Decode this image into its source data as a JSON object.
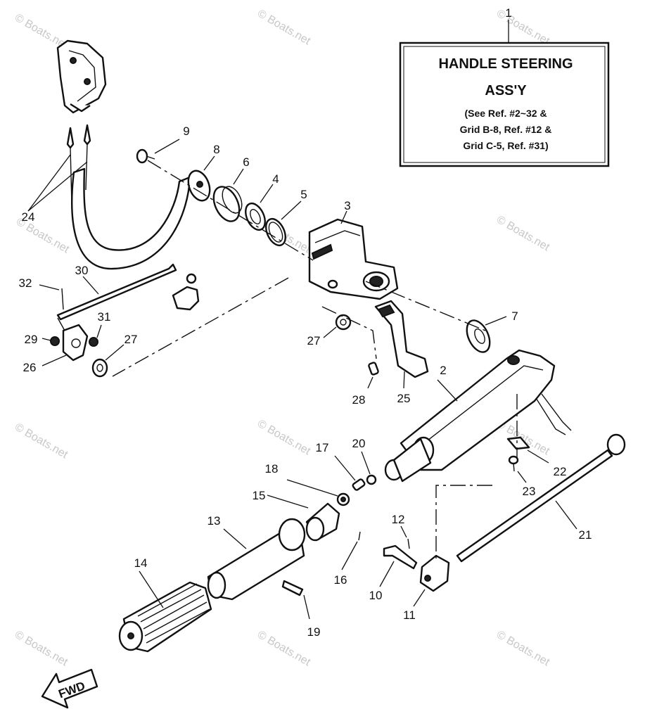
{
  "title_box": {
    "ref": "1",
    "line1": "HANDLE STEERING",
    "line2": "ASS'Y",
    "note1": "(See Ref. #2~32 &",
    "note2": "Grid B-8, Ref. #12 &",
    "note3": "Grid C-5, Ref. #31)"
  },
  "watermark": "© Boats.net",
  "fwd_label": "FWD",
  "callouts": {
    "c2": "2",
    "c3": "3",
    "c4": "4",
    "c5": "5",
    "c6": "6",
    "c7": "7",
    "c8": "8",
    "c9": "9",
    "c10": "10",
    "c11": "11",
    "c12": "12",
    "c13": "13",
    "c14": "14",
    "c15": "15",
    "c16": "16",
    "c17": "17",
    "c18": "18",
    "c19": "19",
    "c20": "20",
    "c21": "21",
    "c22": "22",
    "c23": "23",
    "c24": "24",
    "c25": "25",
    "c26": "26",
    "c27a": "27",
    "c27b": "27",
    "c28": "28",
    "c29": "29",
    "c30": "30",
    "c31": "31",
    "c32": "32"
  }
}
